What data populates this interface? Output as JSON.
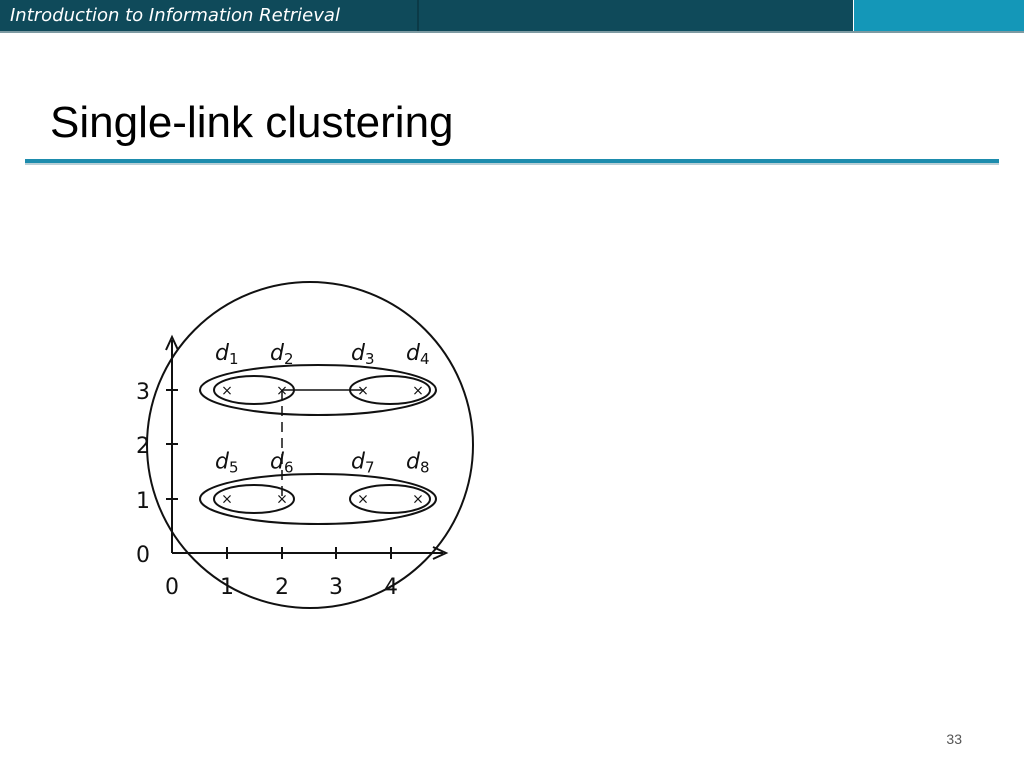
{
  "header": {
    "title": "Introduction to Information Retrieval"
  },
  "slide": {
    "title": "Single-link clustering",
    "page_number": "33"
  },
  "diagram": {
    "x_ticks": [
      "0",
      "1",
      "2",
      "3",
      "4"
    ],
    "y_ticks": [
      "0",
      "1",
      "2",
      "3"
    ],
    "points": [
      {
        "name": "d",
        "sub": "1",
        "x": 1,
        "y": 3
      },
      {
        "name": "d",
        "sub": "2",
        "x": 2,
        "y": 3
      },
      {
        "name": "d",
        "sub": "3",
        "x": 3.5,
        "y": 3
      },
      {
        "name": "d",
        "sub": "4",
        "x": 4.5,
        "y": 3
      },
      {
        "name": "d",
        "sub": "5",
        "x": 1,
        "y": 1
      },
      {
        "name": "d",
        "sub": "6",
        "x": 2,
        "y": 1
      },
      {
        "name": "d",
        "sub": "7",
        "x": 3.5,
        "y": 1
      },
      {
        "name": "d",
        "sub": "8",
        "x": 4.5,
        "y": 1
      }
    ],
    "point_marker": "×"
  }
}
